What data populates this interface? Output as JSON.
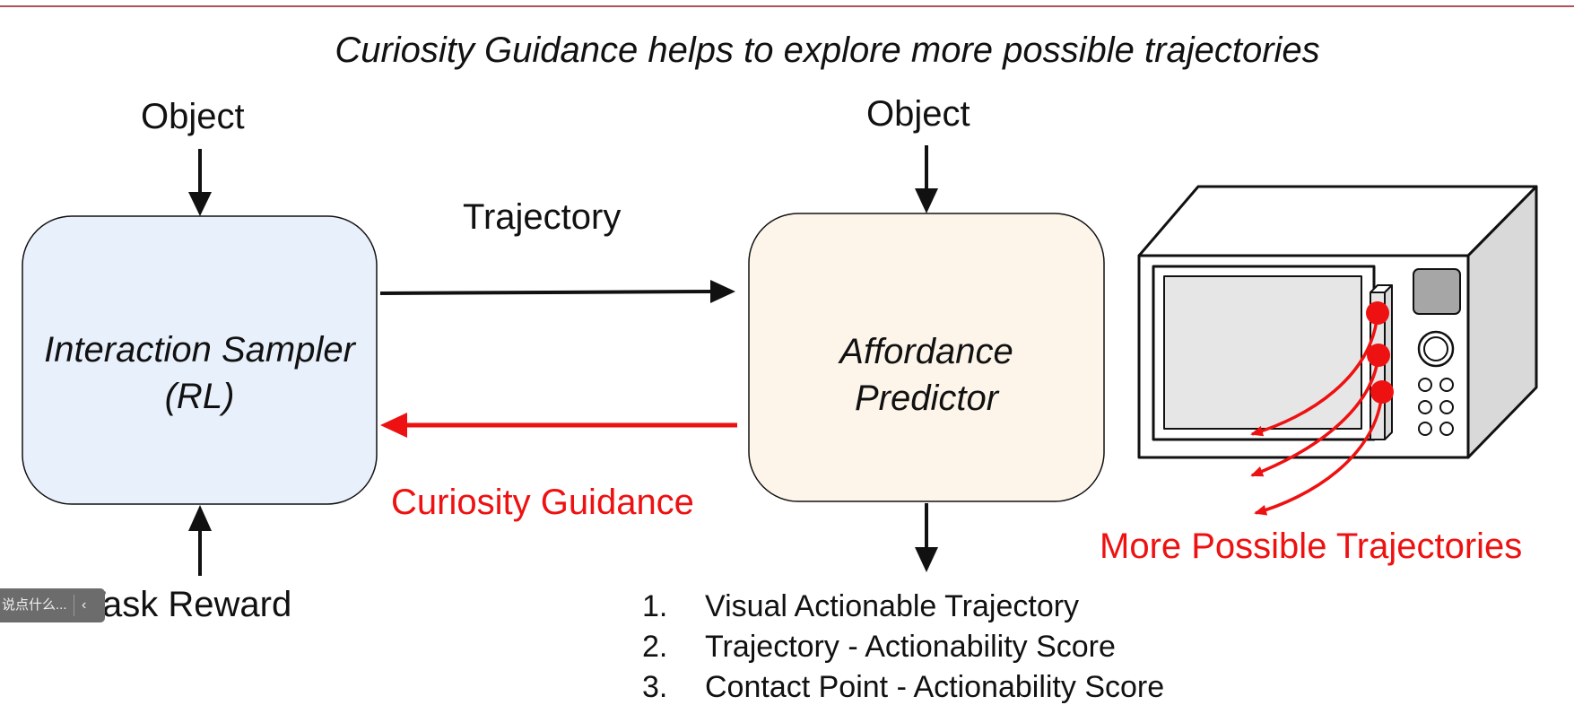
{
  "title": "Curiosity Guidance helps to explore more possible trajectories",
  "inputs": {
    "object_left": "Object",
    "object_right": "Object",
    "task_reward": "Task Reward"
  },
  "boxes": {
    "sampler": {
      "line1": "Interaction Sampler",
      "line2": "(RL)",
      "fill": "#e8f0fb"
    },
    "predictor": {
      "line1": "Affordance",
      "line2": "Predictor",
      "fill": "#fdf5ea"
    }
  },
  "edges": {
    "trajectory": "Trajectory",
    "curiosity_guidance": "Curiosity Guidance"
  },
  "microwave_caption": "More Possible Trajectories",
  "outputs": [
    {
      "num": "1.",
      "text": "Visual Actionable Trajectory"
    },
    {
      "num": "2.",
      "text": "Trajectory - Actionability Score"
    },
    {
      "num": "3.",
      "text": "Contact Point - Actionability Score"
    }
  ],
  "overlay": {
    "text": "说点什么...",
    "icon": "chevron-left-icon"
  },
  "colors": {
    "accent_red": "#ee1111",
    "rule": "#b3505c",
    "ink": "#111111"
  }
}
